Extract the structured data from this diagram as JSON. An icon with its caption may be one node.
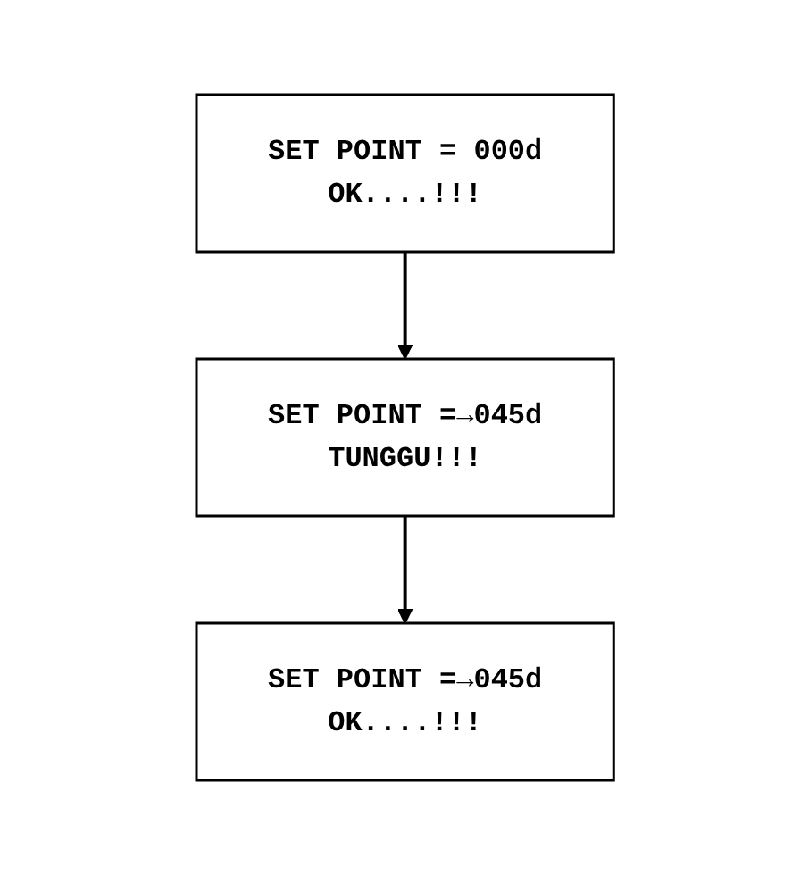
{
  "diagram": {
    "nodes": [
      {
        "text": [
          "SET POINT = 000d",
          "OK....!!!"
        ]
      },
      {
        "text": [
          "SET POINT =→045d",
          "TUNGGU!!!"
        ]
      },
      {
        "text": [
          "SET POINT =→045d",
          "OK....!!!"
        ]
      }
    ],
    "edges": [
      {
        "from": 0,
        "to": 1,
        "arrow": "to"
      },
      {
        "from": 1,
        "to": 2,
        "arrow": "to"
      }
    ]
  }
}
